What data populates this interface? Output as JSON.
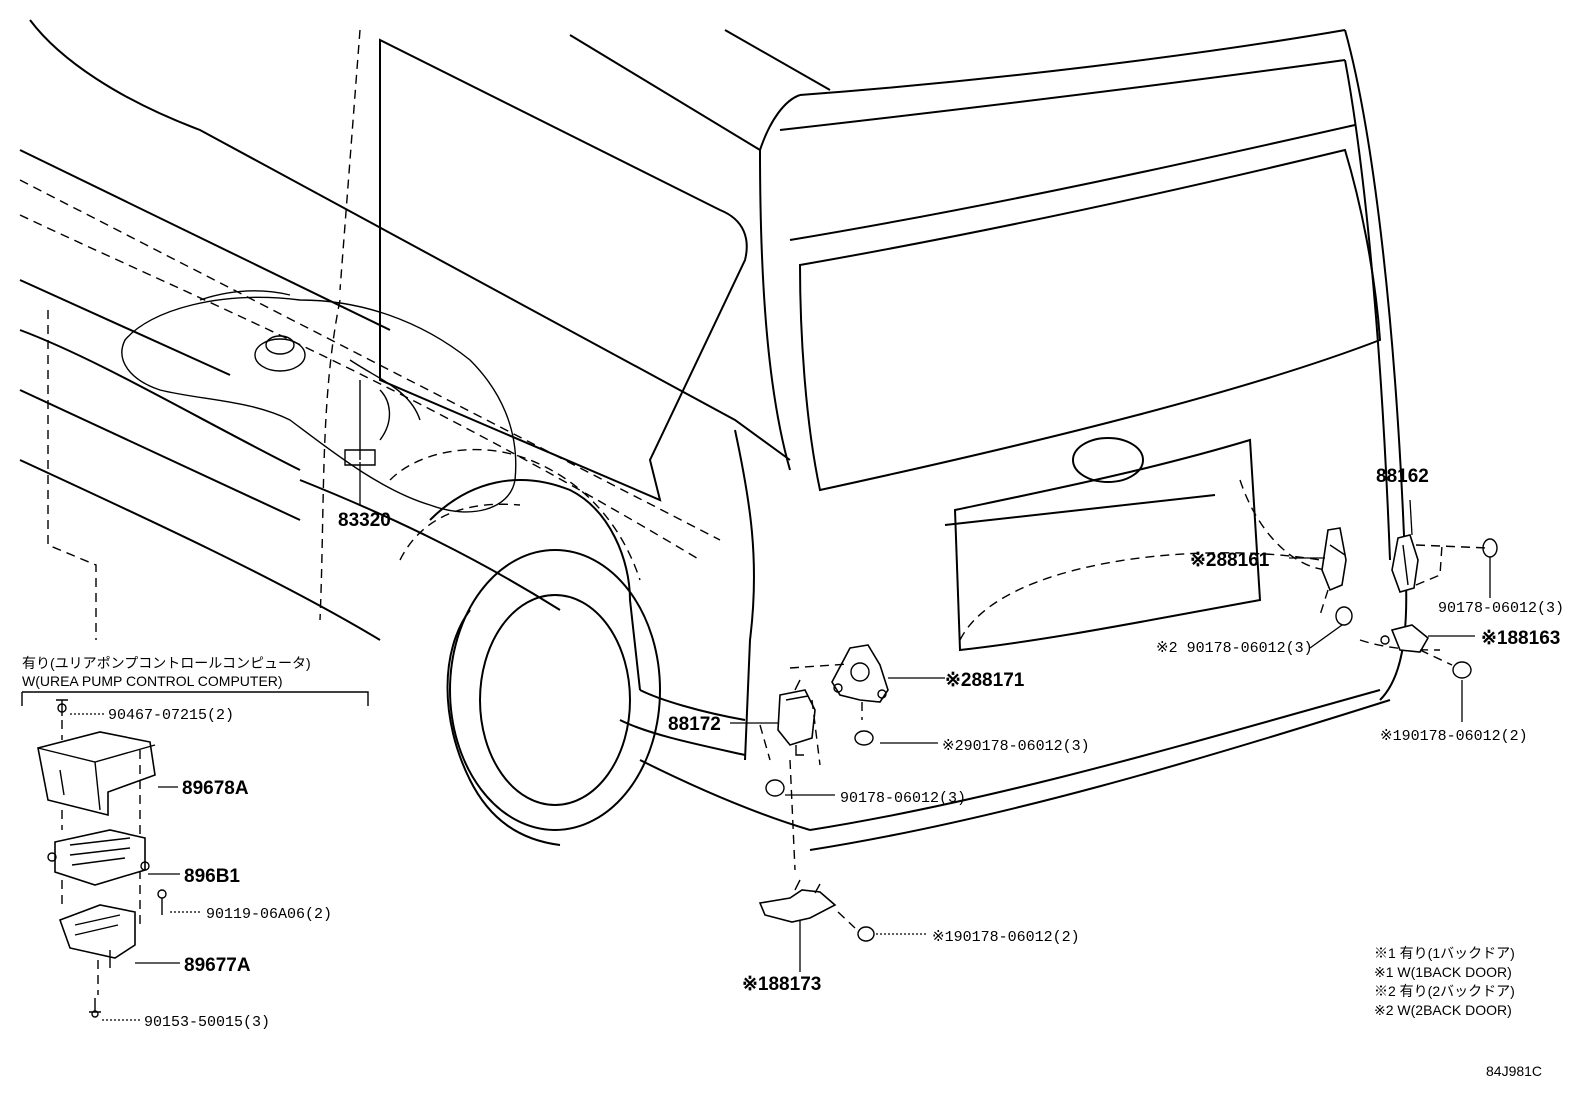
{
  "diagram": {
    "ecu_heading_jp": "有り(ユリアポンプコントロールコンピュータ)",
    "ecu_heading_en": "W(UREA PUMP CONTROL COMPUTER)",
    "labels": {
      "p83320": "83320",
      "p88162": "88162",
      "p88161": "※288161",
      "p88161_bolt": "※2 90178-06012(3)",
      "p90178_right": "90178-06012(3)",
      "p88163": "※188163",
      "p88163_nut": "※190178-06012(2)",
      "p88171": "※288171",
      "p88171_nut": "※290178-06012(3)",
      "p88172": "88172",
      "p88172_nut": "90178-06012(3)",
      "p88173": "※188173",
      "p88173_nut": "※190178-06012(2)",
      "p90467": "90467-07215(2)",
      "p89678A": "89678A",
      "p896B1": "896B1",
      "p90119": "90119-06A06(2)",
      "p89677A": "89677A",
      "p90153": "90153-50015(3)"
    },
    "legend": [
      "※1 有り(1バックドア)",
      "※1 W(1BACK DOOR)",
      "※2 有り(2バックドア)",
      "※2 W(2BACK DOOR)"
    ],
    "figure_code": "84J981C"
  }
}
